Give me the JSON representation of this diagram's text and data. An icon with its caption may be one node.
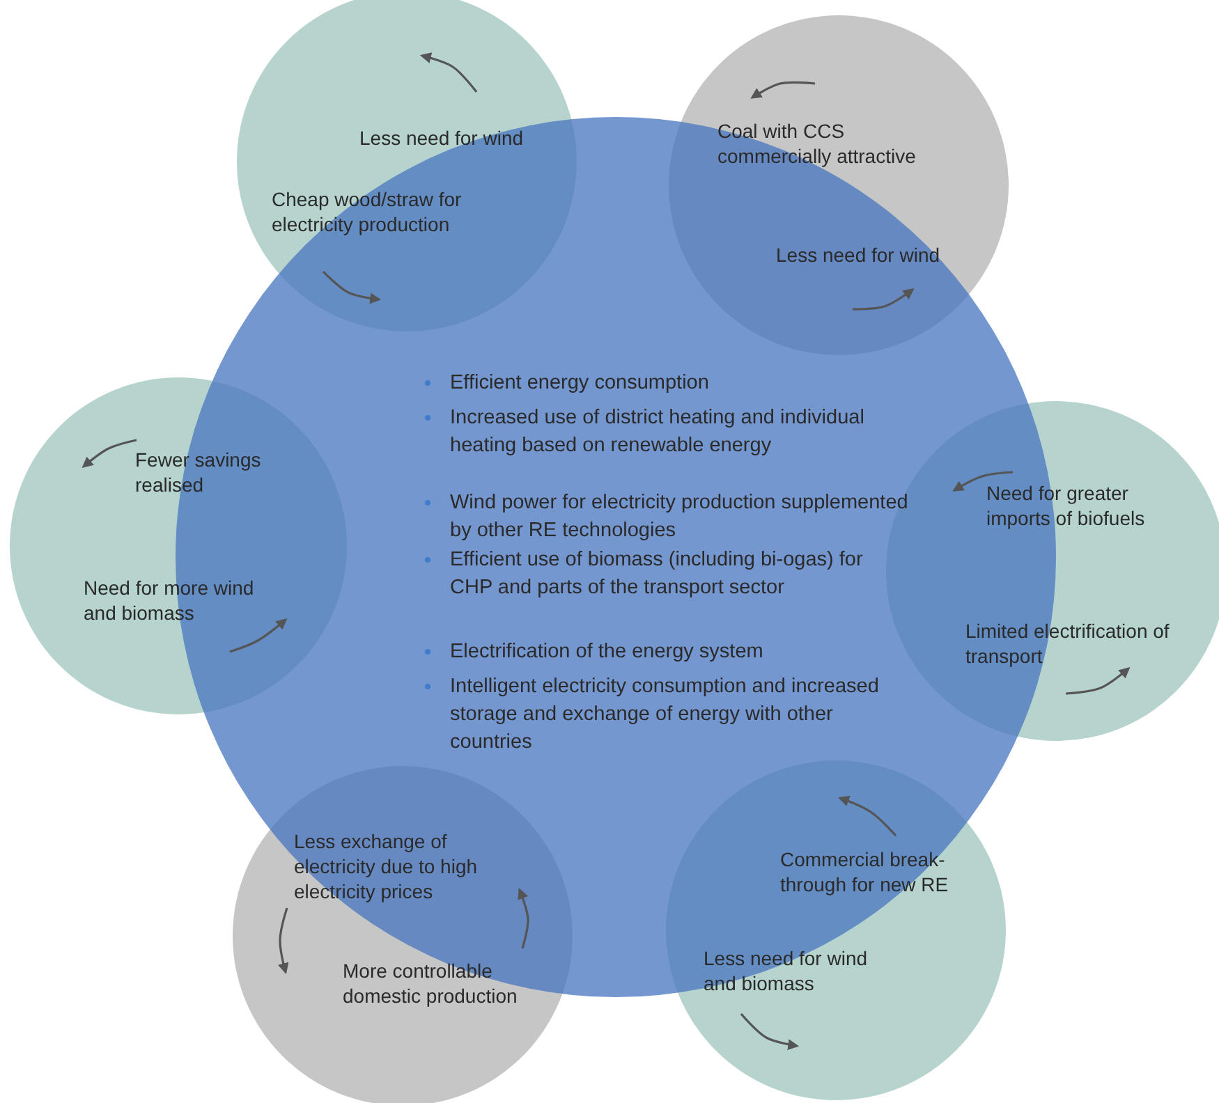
{
  "diagram": {
    "nodes": [
      {
        "text": [
          "Efficient energy consumption",
          "Increased use of district heating and individual heating based on renewable energy",
          "Wind power for electricity production supplemented by other RE technologies",
          "Efficient use of biomass (including bi-ogas) for CHP and parts of the transport sector",
          "Electrification of the energy system",
          "Intelligent electricity consumption and increased storage and exchange of energy with other countries"
        ]
      },
      {
        "text": [
          "Less need for wind",
          "Cheap wood/straw for electricity production"
        ]
      },
      {
        "text": [
          "Coal with CCS commercially attractive",
          "Less need for wind"
        ]
      },
      {
        "text": [
          "Fewer savings realised",
          "Need for more wind and biomass"
        ]
      },
      {
        "text": [
          "Need for greater imports of biofuels",
          "Limited electrification of transport"
        ]
      },
      {
        "text": [
          "Less exchange of electricity due to high electricity prices",
          "More controllable domestic production"
        ]
      },
      {
        "text": [
          "Commercial break-through for new RE",
          "Less need for wind and biomass"
        ]
      }
    ],
    "edges": []
  }
}
